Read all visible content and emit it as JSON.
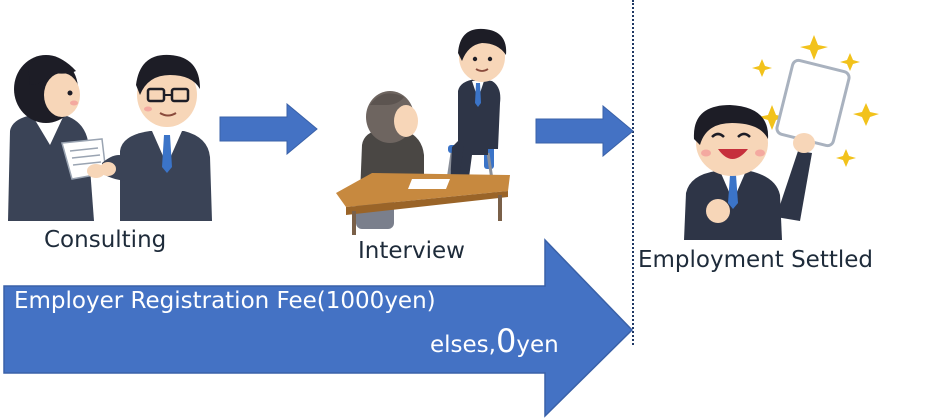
{
  "steps": [
    {
      "label": "Consulting",
      "illustration": "consulting-people"
    },
    {
      "label": "Interview",
      "illustration": "interview-people"
    },
    {
      "label": "Employment Settled",
      "illustration": "celebrating-employee"
    }
  ],
  "fee": {
    "title": "Employer Registration Fee(1000yen)",
    "else_prefix": "elses,",
    "else_zero": "0",
    "else_suffix": "yen"
  },
  "colors": {
    "arrow": "#4472c4",
    "arrow_border": "#3a61a8",
    "suit": "#3a4356",
    "hair": "#1d1d26",
    "skin": "#f7d6b8",
    "tie": "#3b74c8",
    "divider": "#1f3864"
  }
}
